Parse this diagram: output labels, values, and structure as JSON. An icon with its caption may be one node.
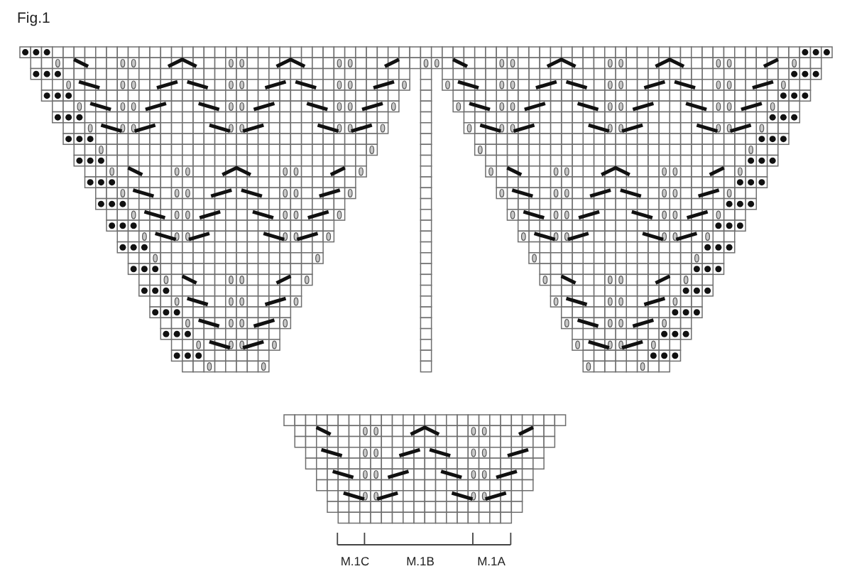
{
  "diagram": {
    "title": "Fig.1",
    "labels": [
      "M.1C",
      "M.1B",
      "M.1A"
    ]
  }
}
